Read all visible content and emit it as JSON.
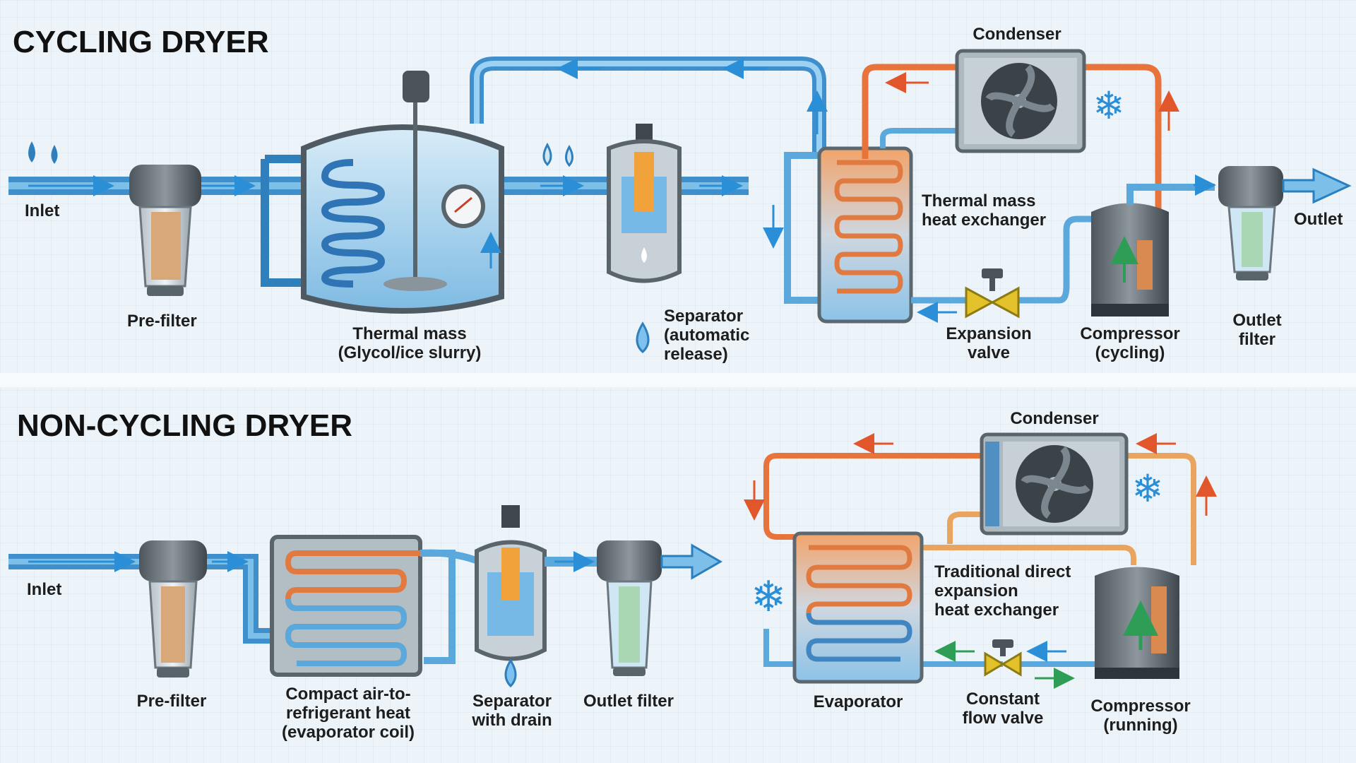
{
  "top": {
    "title": "CYCLING DRYER",
    "inlet": "Inlet",
    "prefilter": "Pre-filter",
    "thermal_mass": [
      "Thermal mass",
      "(Glycol/ice slurry)"
    ],
    "separator": [
      "Separator",
      "(automatic",
      "release)"
    ],
    "condenser": "Condenser",
    "heat_exchanger": [
      "Thermal mass",
      "heat exchanger"
    ],
    "expansion_valve": [
      "Expansion",
      "valve"
    ],
    "compressor": [
      "Compressor",
      "(cycling)"
    ],
    "outlet": "Outlet",
    "outlet_filter": [
      "Outlet",
      "filter"
    ]
  },
  "bottom": {
    "title": "NON-CYCLING DRYER",
    "inlet": "Inlet",
    "prefilter": "Pre-filter",
    "compact_hx": [
      "Compact air-to-",
      "refrigerant heat",
      "(evaporator coil)"
    ],
    "separator": [
      "Separator",
      "with drain"
    ],
    "outlet_filter": "Outlet filter",
    "condenser": "Condenser",
    "traditional_hx": [
      "Traditional direct",
      "expansion",
      "heat exchanger"
    ],
    "evaporator": "Evaporator",
    "constant_flow_valve": [
      "Constant",
      "flow valve"
    ],
    "compressor": [
      "Compressor",
      "(running)"
    ]
  },
  "colors": {
    "air": "#5aa8dc",
    "air_dark": "#2a7fbf",
    "hot": "#e8743c",
    "warm": "#e9a560",
    "metal": "#8c959c",
    "green": "#3aa760"
  }
}
